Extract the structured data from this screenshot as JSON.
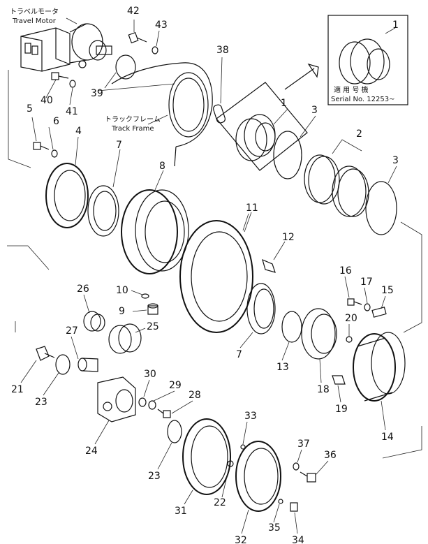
{
  "captions": {
    "motor_jp": "トラベルモータ",
    "motor_en": "Travel Motor",
    "frame_jp": "トラックフレーム",
    "frame_en": "Track Frame",
    "applic_jp": "適 用 号 機",
    "serial": "Serial No. 12253~"
  },
  "callouts": {
    "c1a": "1",
    "c1b": "1",
    "c2": "2",
    "c3a": "3",
    "c3b": "3",
    "c4": "4",
    "c5": "5",
    "c6": "6",
    "c7a": "7",
    "c7b": "7",
    "c8": "8",
    "c9": "9",
    "c10": "10",
    "c11": "11",
    "c12": "12",
    "c13": "13",
    "c14": "14",
    "c15": "15",
    "c16": "16",
    "c17": "17",
    "c18": "18",
    "c19": "19",
    "c20": "20",
    "c21": "21",
    "c22": "22",
    "c23a": "23",
    "c23b": "23",
    "c24": "24",
    "c25": "25",
    "c26": "26",
    "c27": "27",
    "c28": "28",
    "c29": "29",
    "c30": "30",
    "c31": "31",
    "c32": "32",
    "c33": "33",
    "c34": "34",
    "c35": "35",
    "c36": "36",
    "c37": "37",
    "c38": "38",
    "c39": "39",
    "c40": "40",
    "c41": "41",
    "c42": "42",
    "c43": "43"
  }
}
